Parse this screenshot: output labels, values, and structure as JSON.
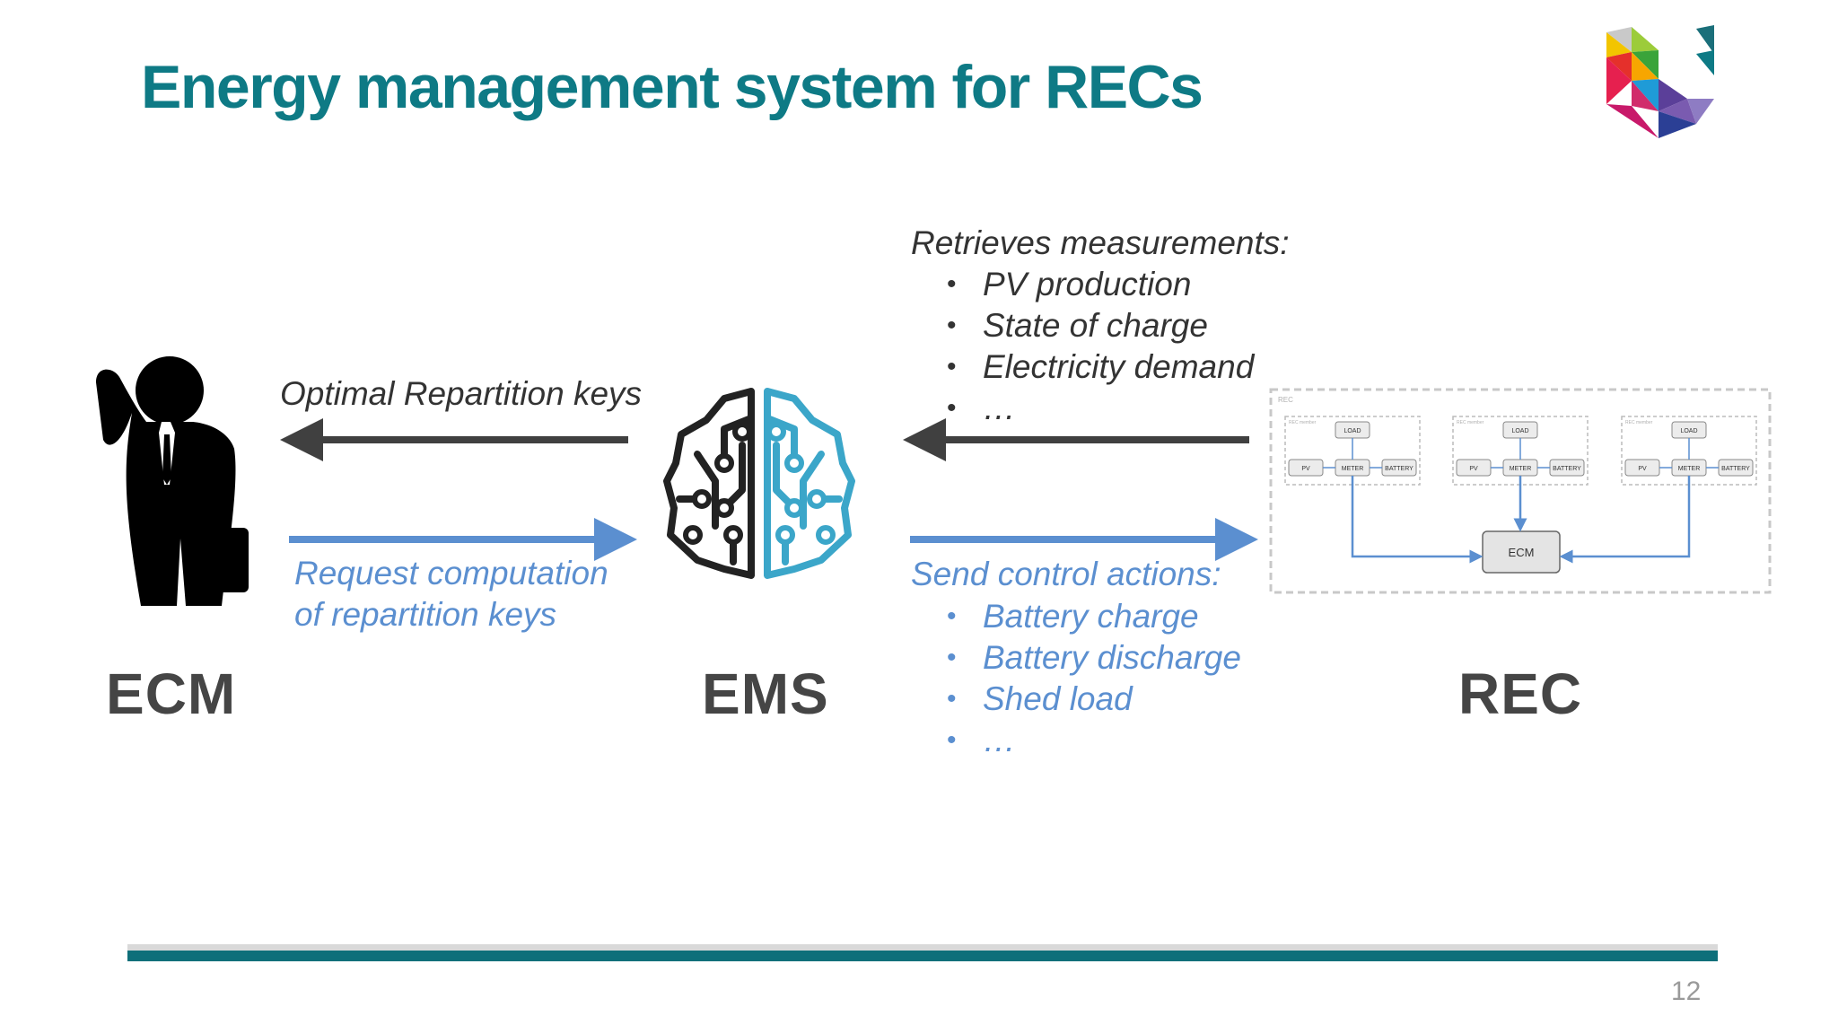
{
  "slide": {
    "title": "Energy management system for RECs",
    "page_number": "12"
  },
  "actors": {
    "ecm": "ECM",
    "ems": "EMS",
    "rec": "REC"
  },
  "flows": {
    "optimal_keys": "Optimal Repartition keys",
    "request_line1": "Request computation",
    "request_line2": "of repartition keys",
    "measurements_heading": "Retrieves measurements:",
    "measurements": [
      "PV production",
      "State of charge",
      "Electricity demand",
      "…"
    ],
    "control_heading": "Send control actions:",
    "control_actions": [
      "Battery charge",
      "Battery discharge",
      "Shed load",
      "…"
    ]
  },
  "rec_diagram": {
    "group_label": "REC",
    "member_label": "REC member",
    "load_label": "LOAD",
    "pv_label": "PV",
    "meter_label": "METER",
    "battery_label": "BATTERY",
    "ecm_label": "ECM"
  },
  "colors": {
    "title": "#0e7a85",
    "accent_blue": "#5b8fd0",
    "dark_arrow": "#404040",
    "footer_teal": "#0e6f7a"
  },
  "icons": {
    "ecm": "businessman-icon",
    "ems": "circuit-brain-icon",
    "logo": "university-logo-icon"
  }
}
